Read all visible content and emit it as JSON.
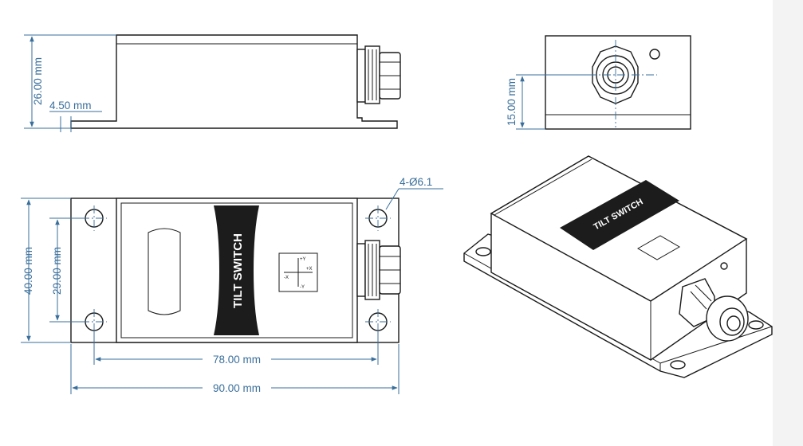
{
  "product": {
    "label": "TILT SWITCH",
    "axis_labels": [
      "+Y",
      "+X",
      "-X",
      "-Y"
    ]
  },
  "dimensions": {
    "side_height": "26.00 mm",
    "flange_thickness": "4.50 mm",
    "cable_height": "15.00 mm",
    "width_outer": "40.00 mm",
    "hole_spacing_y": "29.00 mm",
    "hole_spacing_x": "78.00 mm",
    "length_outer": "90.00 mm",
    "holes": "4-Ø6.1"
  },
  "colors": {
    "dimension": "#3a6f9b",
    "outline": "#1a1a1a",
    "band": "#1c1c1c"
  }
}
